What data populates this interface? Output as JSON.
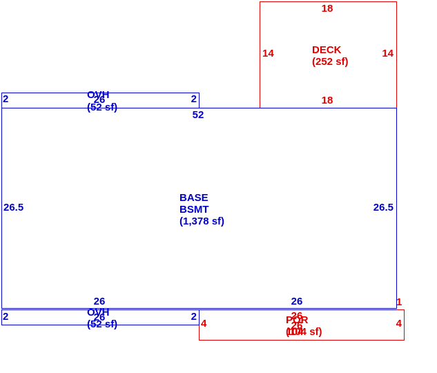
{
  "colors": {
    "base": "#0000c8",
    "addition": "#e00000",
    "background": "#ffffff"
  },
  "areas": {
    "ovh_top": {
      "name_a": "OVH",
      "name_b": "26",
      "area": "(52 sf)",
      "left": "2",
      "right": "2"
    },
    "base": {
      "name": "BASE",
      "type": "BSMT",
      "area": "(1,378 sf)",
      "top": "52",
      "left": "26.5",
      "right": "26.5",
      "bottom_left": "26",
      "bottom_right": "26",
      "corner": "1"
    },
    "deck": {
      "name": "DECK",
      "area": "(252 sf)",
      "top": "18",
      "bottom": "18",
      "left": "14",
      "right": "14"
    },
    "ovh_bottom": {
      "name_a": "OVH",
      "name_b": "26",
      "area": "(52 sf)",
      "left": "2",
      "right": "2"
    },
    "por": {
      "name": "POR",
      "top_dim": "26",
      "overlap_a": "26",
      "overlap_b": "104",
      "area": "(104 sf)",
      "left": "4",
      "right": "4"
    }
  }
}
